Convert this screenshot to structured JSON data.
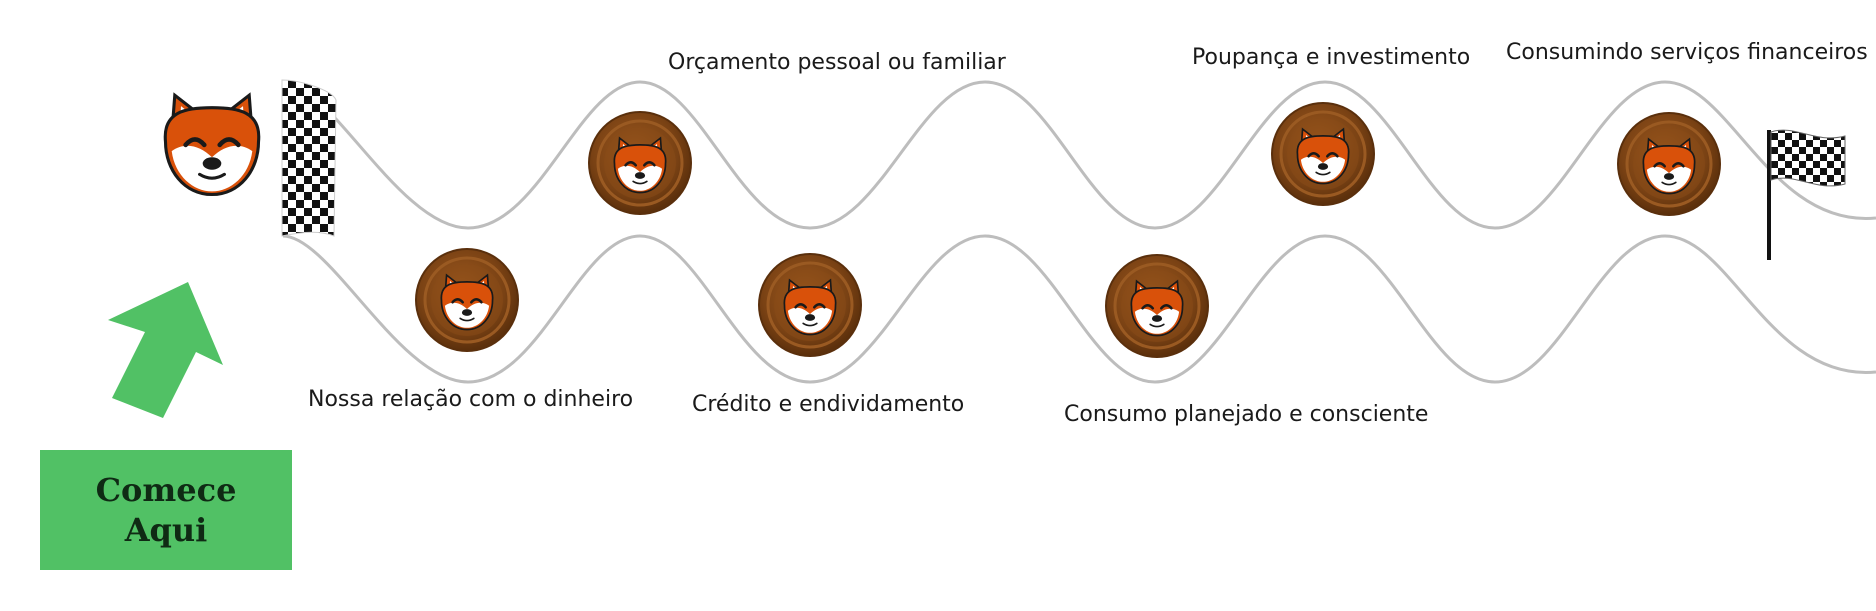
{
  "start_button": {
    "line1": "Comece",
    "line2": "Aqui"
  },
  "icons": {
    "mascot": "fox-mascot-icon",
    "coin": "fox-coin-icon",
    "start_flag": "checkered-flag-start-icon",
    "finish_flag": "checkered-flag-finish-icon",
    "arrow": "arrow-up-right-icon"
  },
  "colors": {
    "start_button": "#51c165",
    "arrow": "#51c165",
    "road": "#bdbdbd",
    "coin": "#7b4313",
    "fox": "#d9510a"
  },
  "milestones": [
    {
      "title": "Nossa relação com o dinheiro"
    },
    {
      "title": "Orçamento pessoal ou familiar"
    },
    {
      "title": "Crédito e endividamento"
    },
    {
      "title": "Consumo planejado e consciente"
    },
    {
      "title": "Poupança e investimento"
    },
    {
      "title": "Consumindo serviços financeiros"
    }
  ]
}
